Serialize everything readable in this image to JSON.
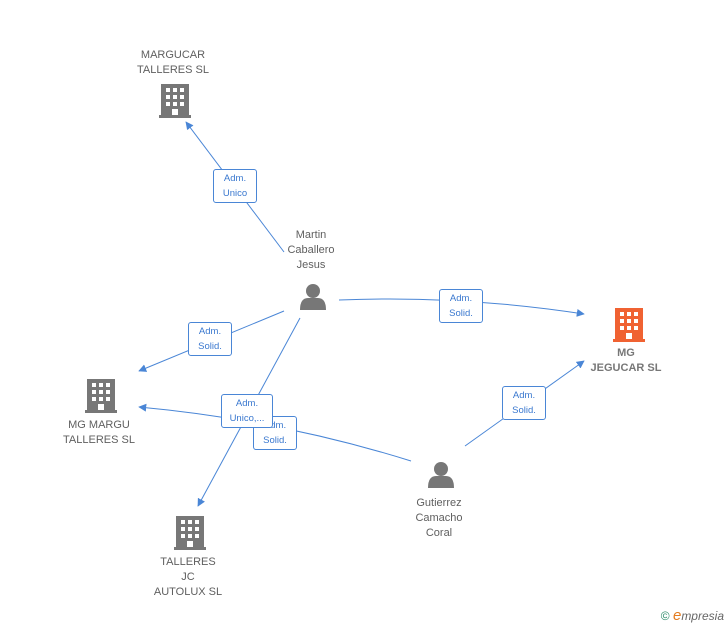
{
  "colors": {
    "edge": "#4a86d6",
    "node": "#777777",
    "highlight": "#f06232"
  },
  "nodes": {
    "margucar": {
      "type": "company",
      "icon": "building-icon",
      "lines": [
        "MARGUCAR",
        "TALLERES SL"
      ]
    },
    "mg_jegucar": {
      "type": "company",
      "icon": "building-icon",
      "highlight": true,
      "lines": [
        "MG",
        "JEGUCAR  SL"
      ]
    },
    "mg_margu": {
      "type": "company",
      "icon": "building-icon",
      "lines": [
        "MG MARGU",
        "TALLERES  SL"
      ]
    },
    "talleres_jc": {
      "type": "company",
      "icon": "building-icon",
      "lines": [
        "TALLERES",
        "JC",
        "AUTOLUX  SL"
      ]
    },
    "martin": {
      "type": "person",
      "icon": "person-icon",
      "lines": [
        "Martin",
        "Caballero",
        "Jesus"
      ]
    },
    "gutierrez": {
      "type": "person",
      "icon": "person-icon",
      "lines": [
        "Gutierrez",
        "Camacho",
        "Coral"
      ]
    }
  },
  "edges": [
    {
      "from": "martin",
      "to": "margucar",
      "label": [
        "Adm.",
        "Unico"
      ]
    },
    {
      "from": "martin",
      "to": "mg_jegucar",
      "label": [
        "Adm.",
        "Solid."
      ]
    },
    {
      "from": "martin",
      "to": "mg_margu",
      "label": [
        "Adm.",
        "Solid."
      ]
    },
    {
      "from": "martin",
      "to": "talleres_jc",
      "label": [
        "Adm.",
        "Unico,..."
      ]
    },
    {
      "from": "gutierrez",
      "to": "mg_margu",
      "label": [
        "Adm.",
        "Solid."
      ]
    },
    {
      "from": "gutierrez",
      "to": "mg_jegucar",
      "label": [
        "Adm.",
        "Solid."
      ]
    }
  ],
  "footer": {
    "copyright": "©",
    "brand_initial": "e",
    "brand_rest": "mpresia"
  }
}
